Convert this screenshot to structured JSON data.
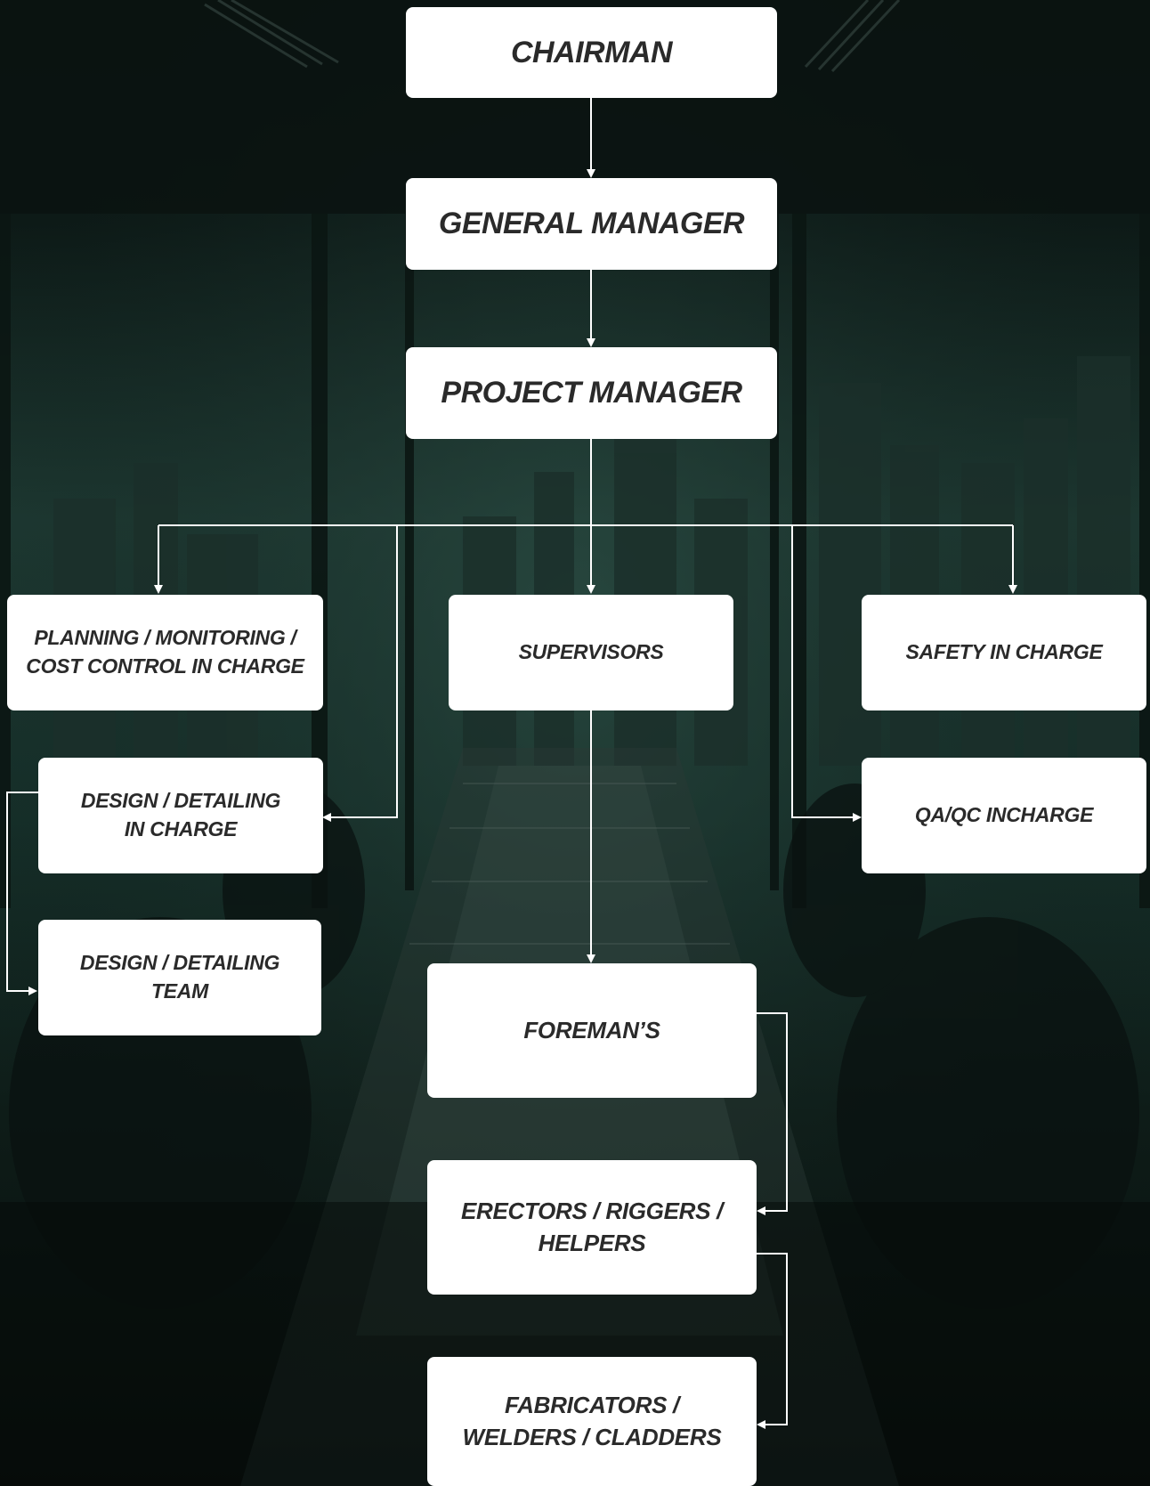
{
  "nodes": {
    "chairman": "CHAIRMAN",
    "general_manager": "GENERAL MANAGER",
    "project_manager": "PROJECT MANAGER",
    "planning": "PLANNING / MONITORING /\nCOST CONTROL IN CHARGE",
    "supervisors": "SUPERVISORS",
    "safety": "SAFETY IN CHARGE",
    "design_incharge": "DESIGN / DETAILING\nIN CHARGE",
    "qa_qc": "QA/QC INCHARGE",
    "design_team": "DESIGN / DETAILING\nTEAM",
    "foremans": "FOREMAN’S",
    "erectors": "ERECTORS / RIGGERS /\nHELPERS",
    "fabricators": "FABRICATORS /\nWELDERS / CLADDERS"
  },
  "colors": {
    "node_fill": "#ffffff",
    "node_text": "#2a2a2a",
    "connector": "#ffffff",
    "background": "#0b1512"
  }
}
